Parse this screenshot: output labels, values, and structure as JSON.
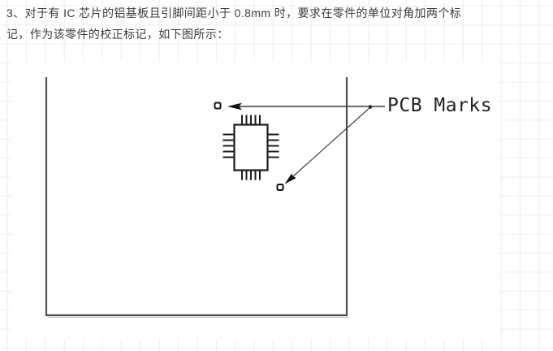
{
  "page": {
    "background_color": "#ffffff",
    "grid_color": "#eaf0ea"
  },
  "text_block": {
    "lines": [
      "3、对于有 IC 芯片的铝基板且引脚间距小于 0.8mm 时，要求在零件的单位对角加两个标",
      "记，作为该零件的校正标记，如下图所示："
    ]
  },
  "figure": {
    "label": "PCB Marks",
    "board_line_color": "#4f4f4f",
    "ink_color": "#1a1a1a",
    "fiducial_mark_count": 2,
    "leader_arrow_count": 2
  }
}
